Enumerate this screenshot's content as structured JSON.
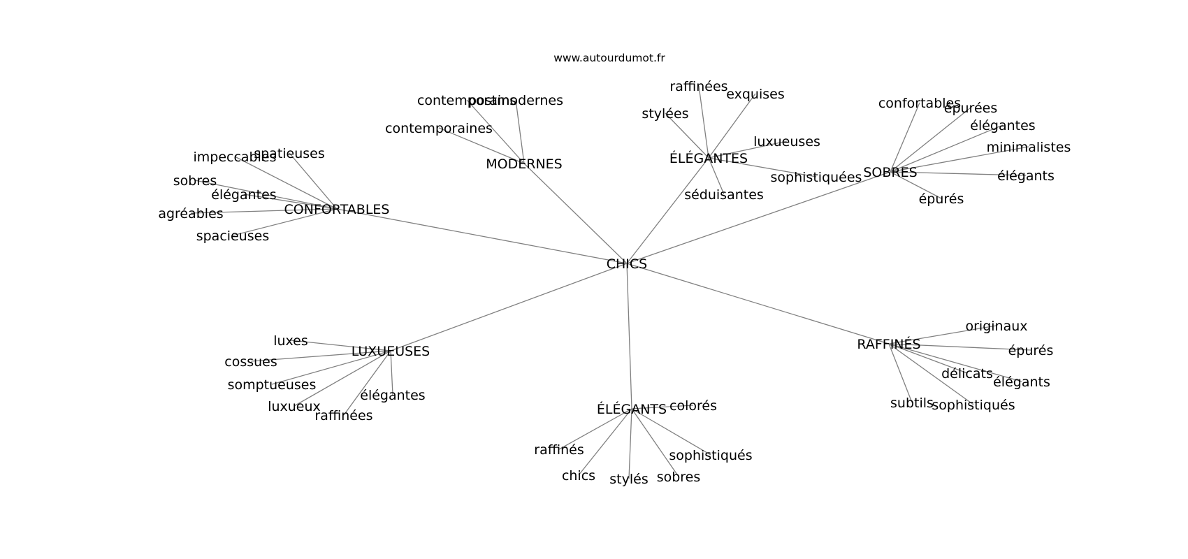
{
  "site": "www.autourdumot.fr",
  "colors": {
    "edge": "#808080",
    "text": "#000000",
    "background": "#ffffff"
  },
  "graph": {
    "center": "CHICS",
    "clusters": [
      {
        "label": "CONFORTABLES",
        "leaves": [
          "impeccables",
          "spatieuses",
          "sobres",
          "élégantes",
          "agréables",
          "spacieuses"
        ]
      },
      {
        "label": "MODERNES",
        "leaves": [
          "contemporains",
          "postmodernes",
          "contemporaines"
        ]
      },
      {
        "label": "ÉLÉGANTES",
        "leaves": [
          "raffinées",
          "exquises",
          "stylées",
          "luxueuses",
          "sophistiquées",
          "séduisantes"
        ]
      },
      {
        "label": "SOBRES",
        "leaves": [
          "confortables",
          "épurées",
          "élégantes",
          "minimalistes",
          "élégants",
          "épurés"
        ]
      },
      {
        "label": "LUXUEUSES",
        "leaves": [
          "luxes",
          "cossues",
          "somptueuses",
          "luxueux",
          "raffinées",
          "élégantes"
        ]
      },
      {
        "label": "ÉLÉGANTS",
        "leaves": [
          "colorés",
          "raffinés",
          "chics",
          "stylés",
          "sobres",
          "sophistiqués"
        ]
      },
      {
        "label": "RAFFINÉS",
        "leaves": [
          "originaux",
          "épurés",
          "délicats",
          "élégants",
          "subtils",
          "sophistiqués"
        ]
      }
    ]
  }
}
